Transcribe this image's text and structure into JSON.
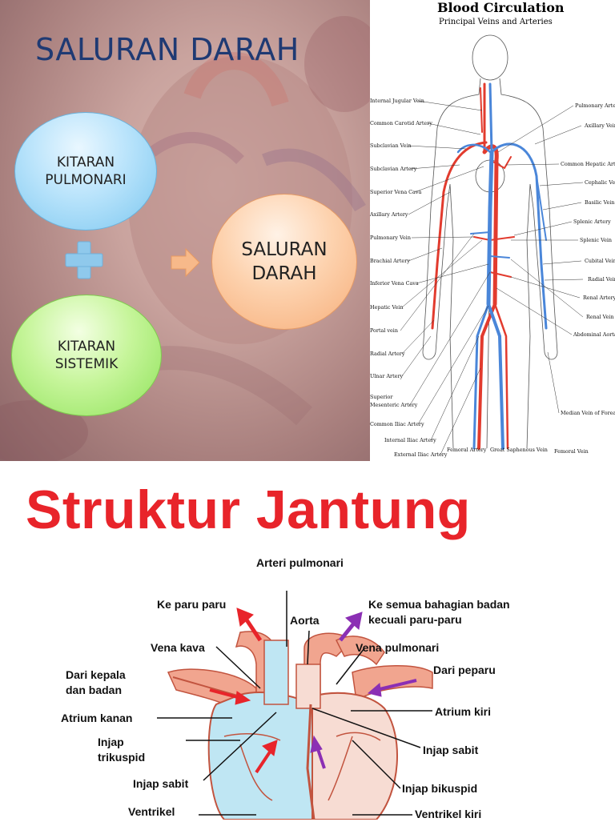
{
  "slide": {
    "title": "SALURAN DARAH",
    "bubble_pulmonari": "KITARAN PULMONARI",
    "bubble_sistemik": "KITARAN SISTEMIK",
    "bubble_saluran": "SALURAN DARAH"
  },
  "circulation": {
    "title": "Blood Circulation",
    "subtitle": "Principal Veins and Arteries",
    "left_labels": [
      "Internal Jugular Vein",
      "Common Carotid Artery",
      "Subclavian Vein",
      "Subclavian Artery",
      "Superior Vena Cava",
      "Axillary Artery",
      "Pulmonary Vein",
      "Brachial Artery",
      "Inferior Vena Cava",
      "Hepatic Vein",
      "Portal vein",
      "Radial Artery",
      "Ulnar Artery",
      "Superior",
      "Mesenteric Artery",
      "Common Iliac Artery",
      "Internal Iliac Artery",
      "External Iliac Artery"
    ],
    "right_labels": [
      "Pulmonary Artery",
      "Axillary Vein",
      "Common Hepatic Artery",
      "Cephalic Vein",
      "Basilic Vein",
      "Splenic Artery",
      "Splenic Vein",
      "Cubital Vein",
      "Radial Vein",
      "Renal Artery",
      "Renal Vein",
      "Abdominal Aorta",
      "Median Vein of Forearm"
    ],
    "bottom_labels": [
      "Femoral Artery",
      "Great Saphenous Vein",
      "Femoral Vein"
    ]
  },
  "heart": {
    "title": "Struktur Jantung",
    "labels": {
      "arteri_pulmonari": "Arteri pulmonari",
      "ke_paru": "Ke paru paru",
      "aorta": "Aorta",
      "ke_semua": "Ke semua bahagian badan kecuali paru-paru",
      "vena_kava": "Vena kava",
      "vena_pulmonari": "Vena pulmonari",
      "dari_kepala": "Dari kepala dan badan",
      "dari_peparu": "Dari peparu",
      "atrium_kanan": "Atrium kanan",
      "atrium_kiri": "Atrium kiri",
      "injap_trikuspid": "Injap trikuspid",
      "injap_sabit_kanan": "Injap sabit",
      "injap_sabit_kiri": "Injap sabit",
      "injap_bikuspid": "Injap bikuspid",
      "ventrikel_kanan": "Ventrikel",
      "ventrikel_kiri": "Ventrikel kiri"
    }
  },
  "colors": {
    "slide_title": "#1f3a73",
    "heading_red": "#e8242a",
    "artery": "#e23b2e",
    "vein": "#4a86d9",
    "oxygen_poor": "#bfe6f3",
    "oxygen_rich": "#f7dcd3",
    "arrow_purple": "#8b2fb4"
  }
}
